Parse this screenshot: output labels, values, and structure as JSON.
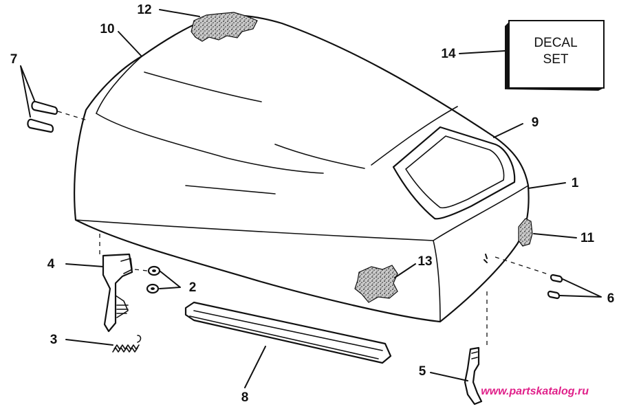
{
  "diagram": {
    "callouts": [
      {
        "id": "1",
        "label": "1"
      },
      {
        "id": "2",
        "label": "2"
      },
      {
        "id": "3",
        "label": "3"
      },
      {
        "id": "4",
        "label": "4"
      },
      {
        "id": "5",
        "label": "5"
      },
      {
        "id": "6",
        "label": "6"
      },
      {
        "id": "7",
        "label": "7"
      },
      {
        "id": "8",
        "label": "8"
      },
      {
        "id": "9",
        "label": "9"
      },
      {
        "id": "10",
        "label": "10"
      },
      {
        "id": "11",
        "label": "11"
      },
      {
        "id": "12",
        "label": "12"
      },
      {
        "id": "13",
        "label": "13"
      },
      {
        "id": "14",
        "label": "14"
      }
    ],
    "decal_box": {
      "line1": "DECAL",
      "line2": "SET"
    },
    "watermark": "www.partskatalog.ru"
  }
}
